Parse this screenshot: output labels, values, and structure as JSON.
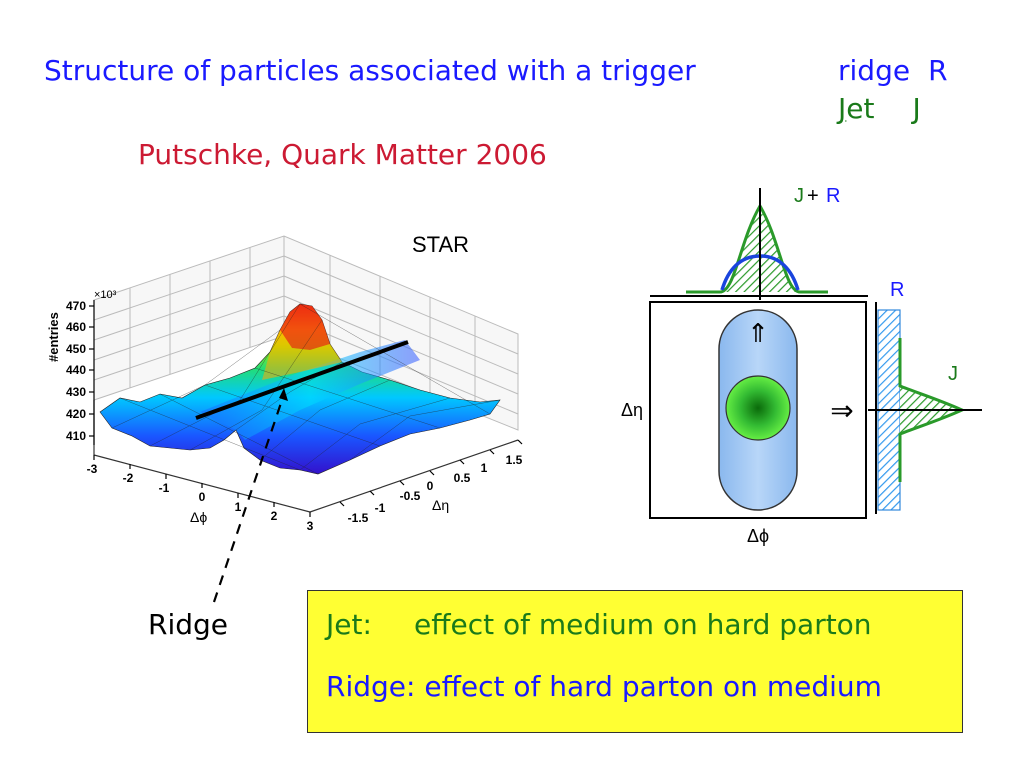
{
  "title": "Structure of particles associated with a trigger",
  "legend": {
    "ridge_word": "ridge",
    "ridge_symbol": "R",
    "jet_first_letter": "J",
    "jet_rest": "et",
    "jet_symbol": "J"
  },
  "subtitle": "Putschke, Quark Matter 2006",
  "plot": {
    "experiment": "STAR",
    "z_label": "#entries",
    "z_exponent": "×10³",
    "z_ticks": [
      "410",
      "420",
      "430",
      "440",
      "450",
      "460",
      "470"
    ],
    "phi_label": "Δϕ",
    "phi_ticks": [
      "-3",
      "-2",
      "-1",
      "0",
      "1",
      "2",
      "3"
    ],
    "eta_label": "Δη",
    "eta_ticks": [
      "-1.5",
      "-1",
      "-0.5",
      "0",
      "0.5",
      "1",
      "1.5"
    ]
  },
  "ridge_label": "Ridge",
  "schematic": {
    "top_label_j": "J",
    "top_label_plus": "+",
    "top_label_r": "R",
    "r_label": "R",
    "j_label": "J",
    "eta_axis": "Δη",
    "phi_axis": "Δϕ",
    "up_arrow": "⇑",
    "right_arrow": "⇒"
  },
  "box": {
    "line1_key": "Jet:",
    "line1_text": "effect of medium on hard parton",
    "line2": "Ridge: effect of hard parton on medium"
  },
  "colors": {
    "blue": "#1a1aff",
    "green": "#1a7a1a",
    "red": "#cc1a33",
    "yellow": "#ffff33"
  }
}
